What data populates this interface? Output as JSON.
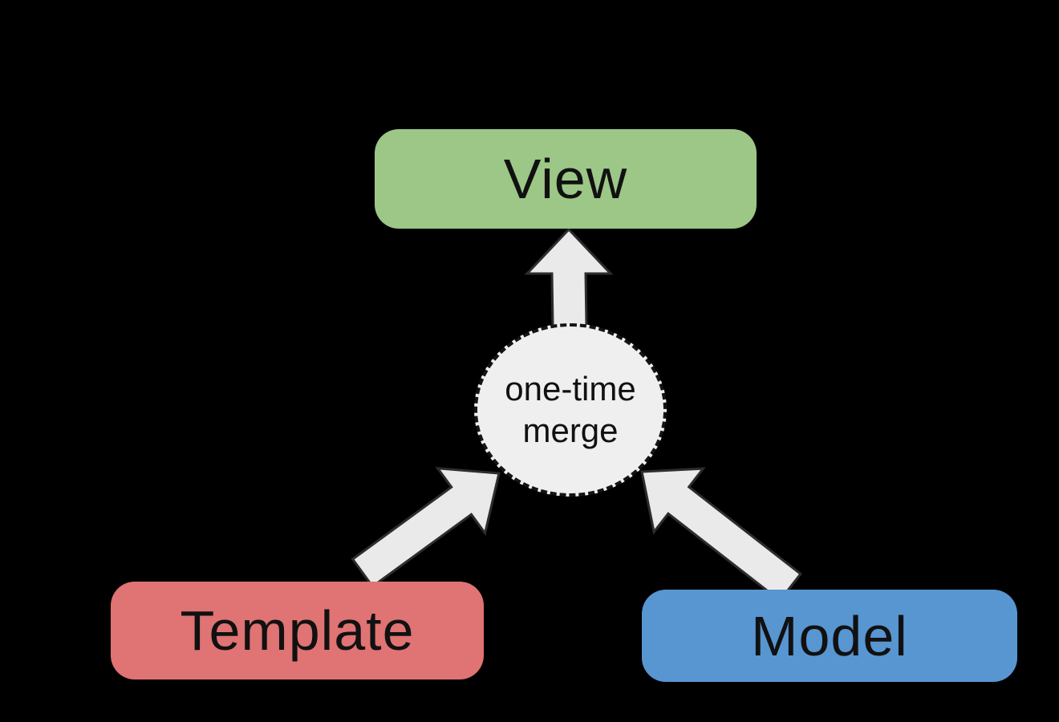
{
  "diagram": {
    "nodes": {
      "view": {
        "label": "View"
      },
      "template": {
        "label": "Template"
      },
      "model": {
        "label": "Model"
      },
      "merge": {
        "label_line1": "one-time",
        "label_line2": "merge"
      }
    },
    "connections": [
      {
        "from": "Template",
        "to": "one-time merge"
      },
      {
        "from": "Model",
        "to": "one-time merge"
      },
      {
        "from": "one-time merge",
        "to": "View"
      }
    ],
    "colors": {
      "background": "#000000",
      "view_fill": "#9cc787",
      "template_fill": "#e07373",
      "model_fill": "#5796d1",
      "merge_fill": "#efefef",
      "arrow_fill": "#eaeaea",
      "label_text": "#111111"
    }
  }
}
